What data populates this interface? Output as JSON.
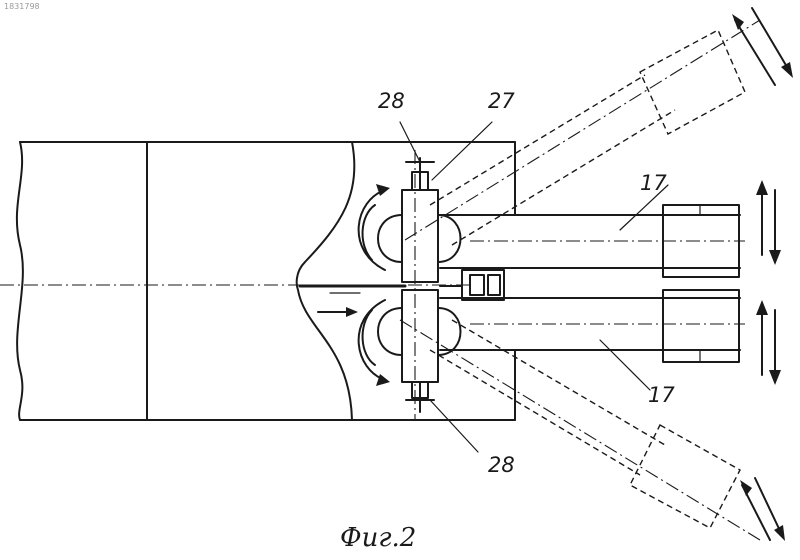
{
  "document_id": "1831798",
  "labels": {
    "l28_top": "28",
    "l27": "27",
    "l17_top": "17",
    "l17_bottom": "17",
    "l28_bottom": "28"
  },
  "caption": "Фиг.2"
}
